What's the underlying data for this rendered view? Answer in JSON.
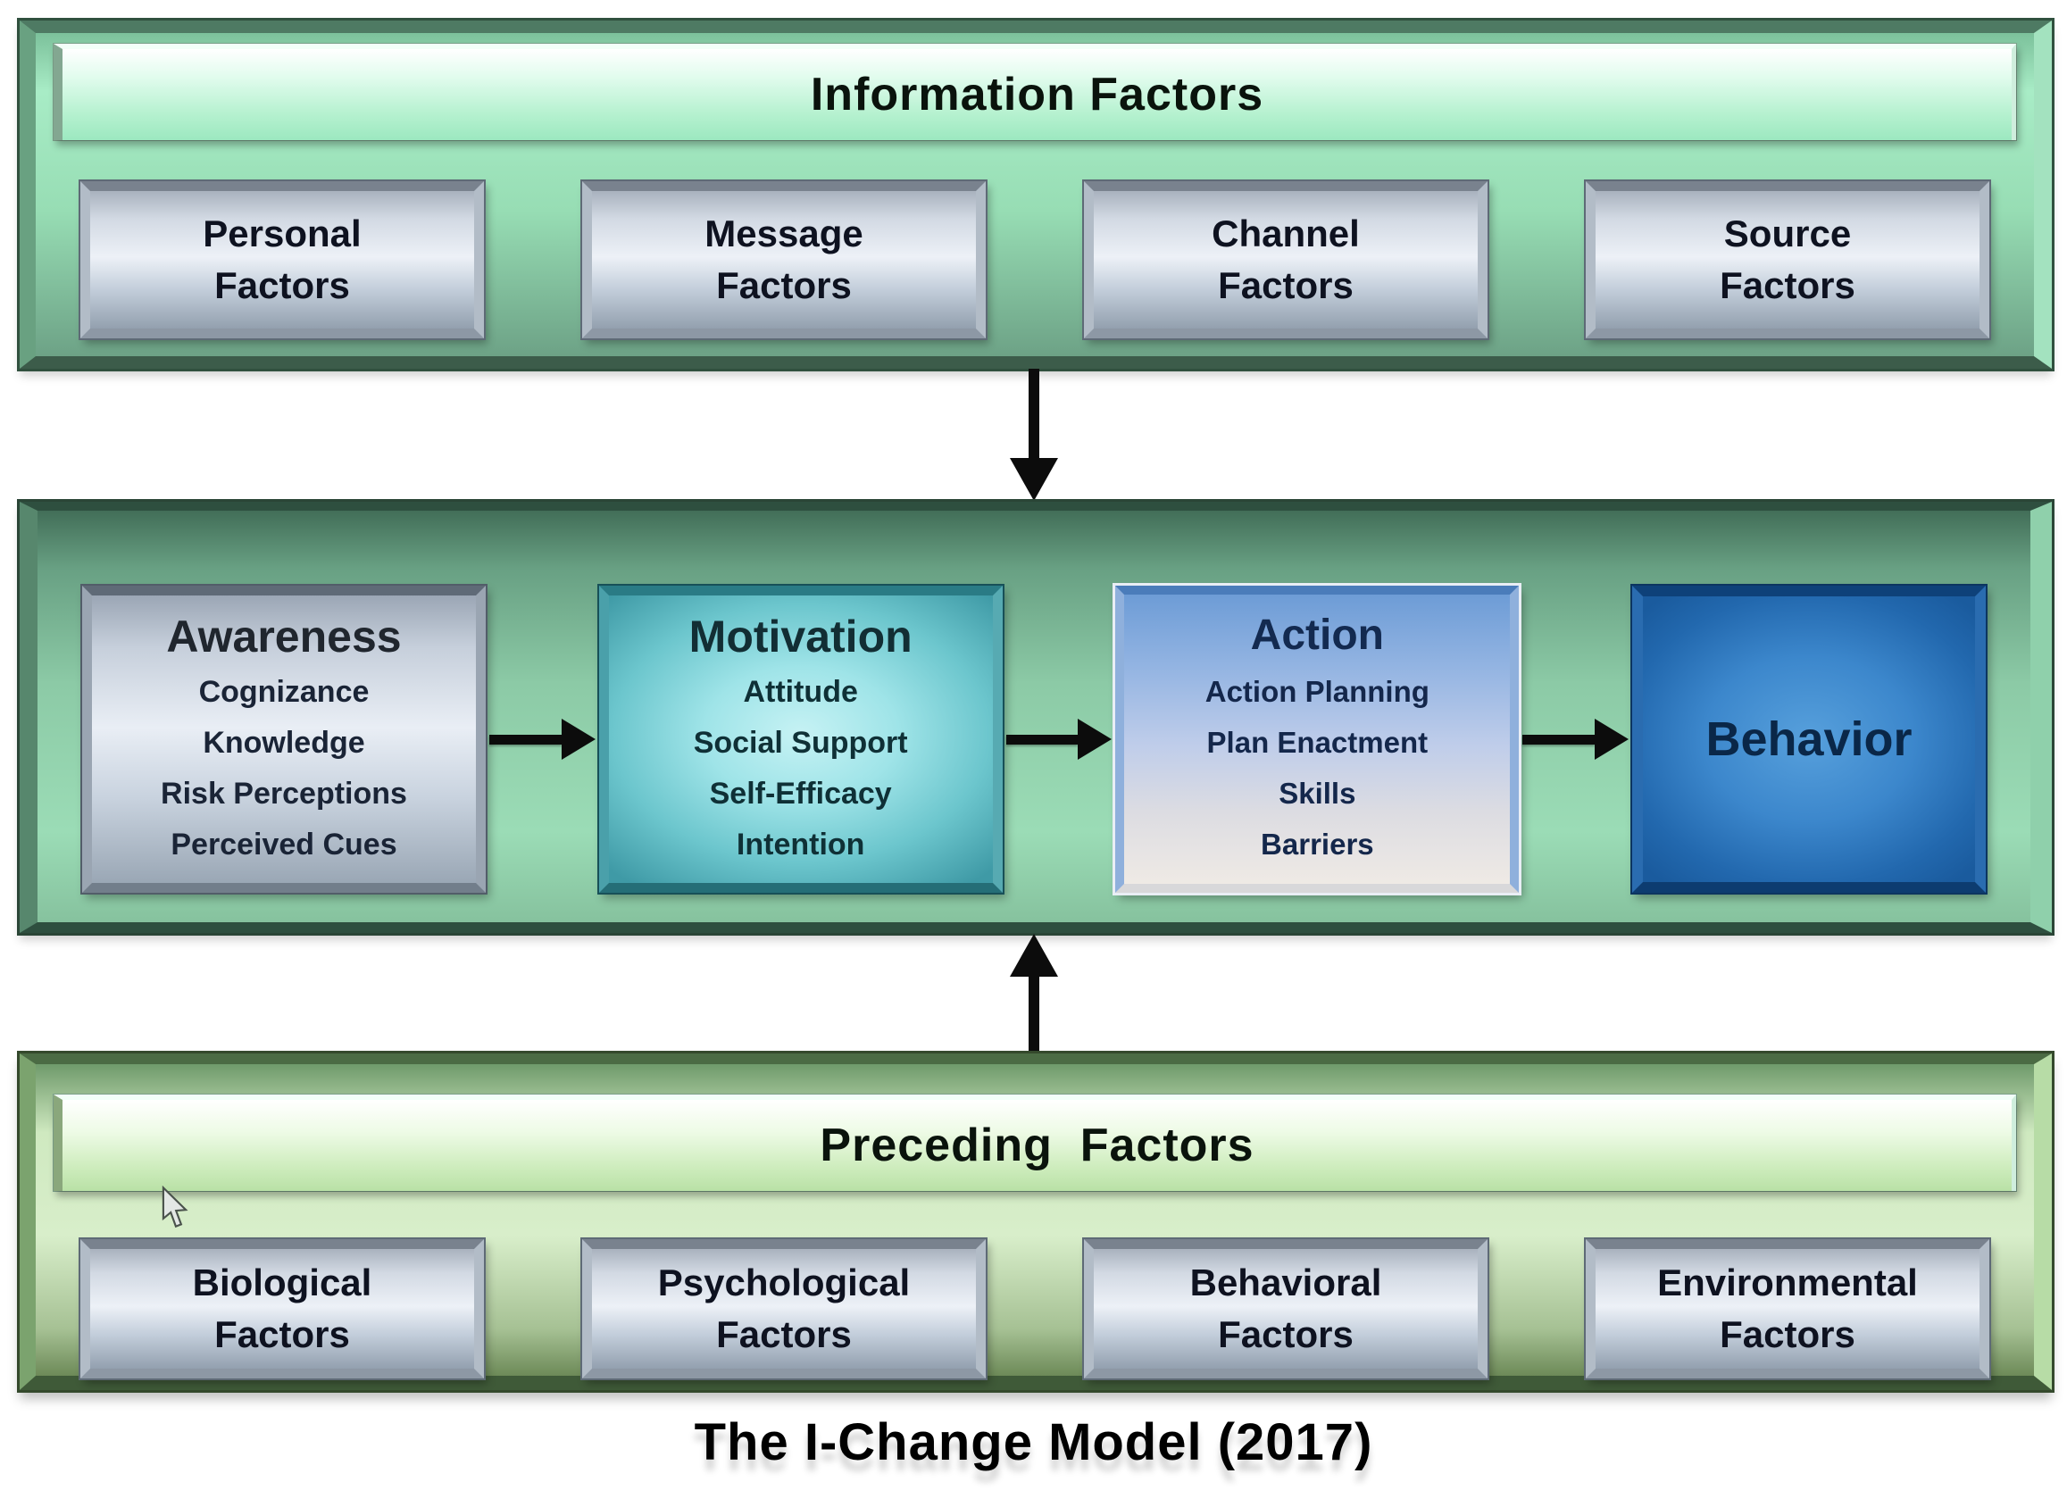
{
  "top_band": {
    "header": "Information Factors",
    "boxes": [
      {
        "line1": "Personal",
        "line2": "Factors"
      },
      {
        "line1": "Message",
        "line2": "Factors"
      },
      {
        "line1": "Channel",
        "line2": "Factors"
      },
      {
        "line1": "Source",
        "line2": "Factors"
      }
    ]
  },
  "middle_band": {
    "boxes": [
      {
        "title": "Awareness",
        "items": [
          "Cognizance",
          "Knowledge",
          "Risk Perceptions",
          "Perceived Cues"
        ]
      },
      {
        "title": "Motivation",
        "items": [
          "Attitude",
          "Social Support",
          "Self-Efficacy",
          "Intention"
        ]
      },
      {
        "title": "Action",
        "items": [
          "Action Planning",
          "Plan Enactment",
          "Skills",
          "Barriers"
        ]
      },
      {
        "title": "Behavior",
        "items": []
      }
    ]
  },
  "bottom_band": {
    "header": "Preceding  Factors",
    "boxes": [
      {
        "line1": "Biological",
        "line2": "Factors"
      },
      {
        "line1": "Psychological",
        "line2": "Factors"
      },
      {
        "line1": "Behavioral",
        "line2": "Factors"
      },
      {
        "line1": "Environmental",
        "line2": "Factors"
      }
    ]
  },
  "caption": "The I-Change Model (2017)",
  "colors": {
    "panel_green_frame": "#4e7a63",
    "panel_green_light": "#a8ecc6",
    "header_bar_green": "#9ce8c0",
    "factor_box_silver": "#d2d9e3",
    "awareness_box_silver": "#e9eef5",
    "motivation_box_teal": "#6cc6cd",
    "action_box_blue": "#93b4e2",
    "behavior_box_blue": "#2f7cc0",
    "arrow_black": "#0c0c0c",
    "text_dark": "#0e1220"
  }
}
